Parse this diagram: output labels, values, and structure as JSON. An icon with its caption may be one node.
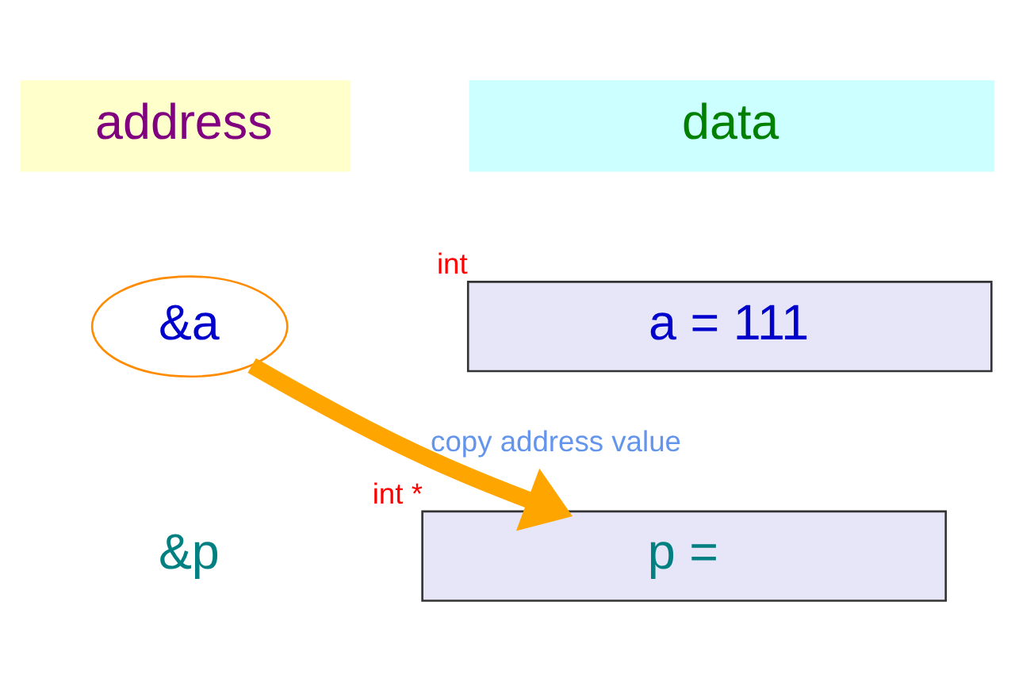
{
  "diagram": {
    "nodes": [
      {
        "text": [
          "address"
        ]
      },
      {
        "text": [
          "data"
        ]
      },
      {
        "text": [
          "&a"
        ]
      },
      {
        "text": [
          "a = 111"
        ],
        "beside": [
          "int"
        ]
      },
      {
        "text": [
          "&p"
        ]
      },
      {
        "text": [
          "p ="
        ],
        "beside": [
          "int *"
        ]
      }
    ],
    "edges": [
      {
        "from": 2,
        "to": 5,
        "arrow": "to",
        "label": "copy address value",
        "color": "#ffa500"
      }
    ]
  }
}
